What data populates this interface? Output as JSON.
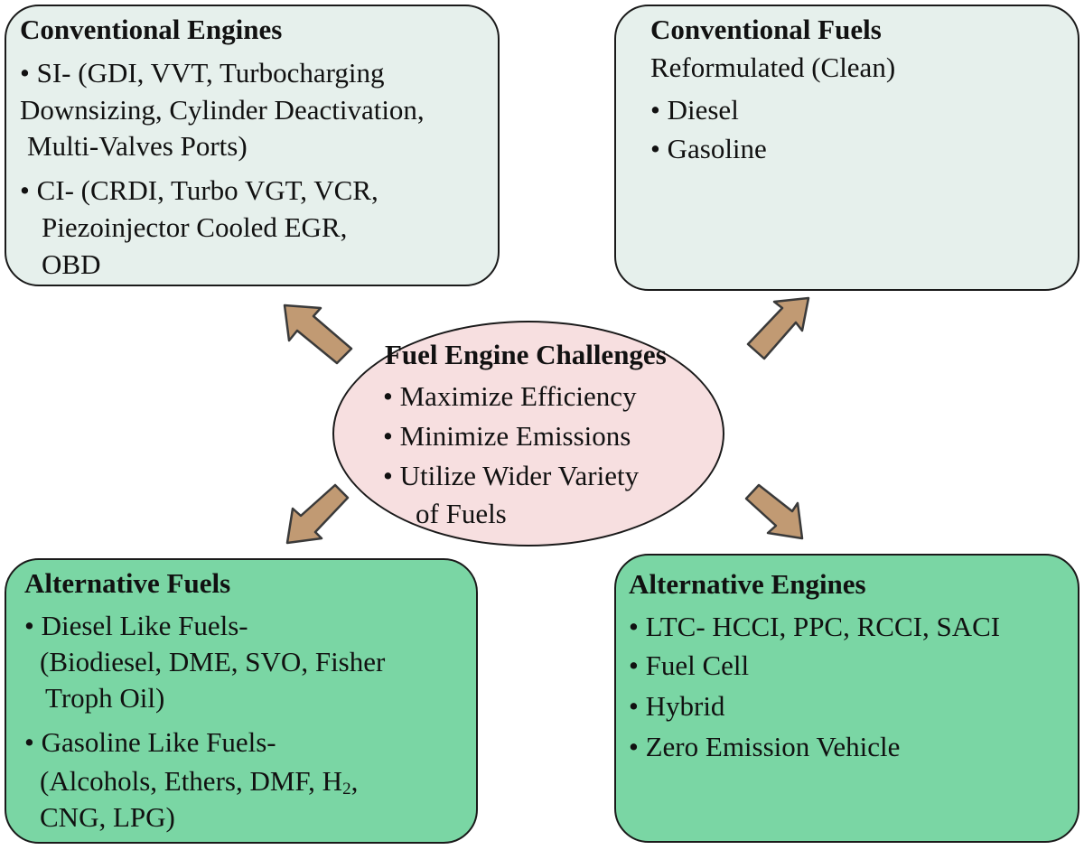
{
  "conventional_engines": {
    "title": "Conventional Engines",
    "si_1": "SI- (GDI, VVT, Turbocharging",
    "si_2": "Downsizing, Cylinder Deactivation,",
    "si_3": "Multi-Valves Ports)",
    "ci_1": "CI- (CRDI, Turbo VGT, VCR,",
    "ci_2": "Piezoinjector Cooled EGR,",
    "ci_3": "OBD"
  },
  "conventional_fuels": {
    "title": "Conventional Fuels",
    "subtitle": "Reformulated (Clean)",
    "item_1": "Diesel",
    "item_2": "Gasoline"
  },
  "challenges": {
    "title": "Fuel Engine Challenges",
    "item_1": "Maximize Efficiency",
    "item_2": "Minimize Emissions",
    "item_3a": "Utilize Wider Variety",
    "item_3b": "of Fuels"
  },
  "alternative_fuels": {
    "title": "Alternative Fuels",
    "diesel_1": "Diesel Like Fuels-",
    "diesel_2": "(Biodiesel, DME, SVO, Fisher",
    "diesel_3": "Troph Oil)",
    "gasoline_1": "Gasoline Like Fuels-",
    "gasoline_2a": "(Alcohols, Ethers, DMF, H",
    "gasoline_2_sub": "2",
    "gasoline_2b": ",",
    "gasoline_3": "CNG, LPG)"
  },
  "alternative_engines": {
    "title": "Alternative Engines",
    "item_1": "LTC- HCCI, PPC, RCCI, SACI",
    "item_2": "Fuel Cell",
    "item_3": "Hybrid",
    "item_4": "Zero Emission Vehicle"
  },
  "bullet": "•",
  "colors": {
    "conventional_fill": "#e6f0ec",
    "alternative_fill": "#7ad6a4",
    "center_fill": "#f7dfe0",
    "arrow_fill": "#c19a73"
  }
}
